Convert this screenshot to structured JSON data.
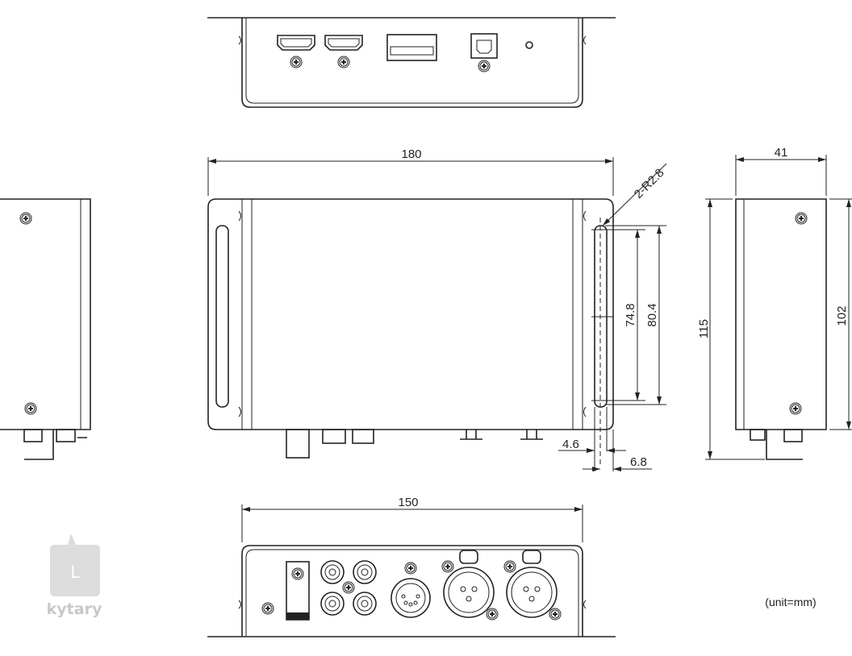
{
  "dimensions": {
    "width_front": "180",
    "depth_side": "41",
    "height_total": "115",
    "height_body": "102",
    "slot_radius": "2-R2.8",
    "slot_inner": "74.8",
    "slot_outer": "80.4",
    "slot_width": "4.6",
    "slot_offset": "6.8",
    "width_bottom": "150"
  },
  "unit_note": "(unit=mm)",
  "watermark": {
    "text": "kytary",
    "logo_letter": "L"
  }
}
